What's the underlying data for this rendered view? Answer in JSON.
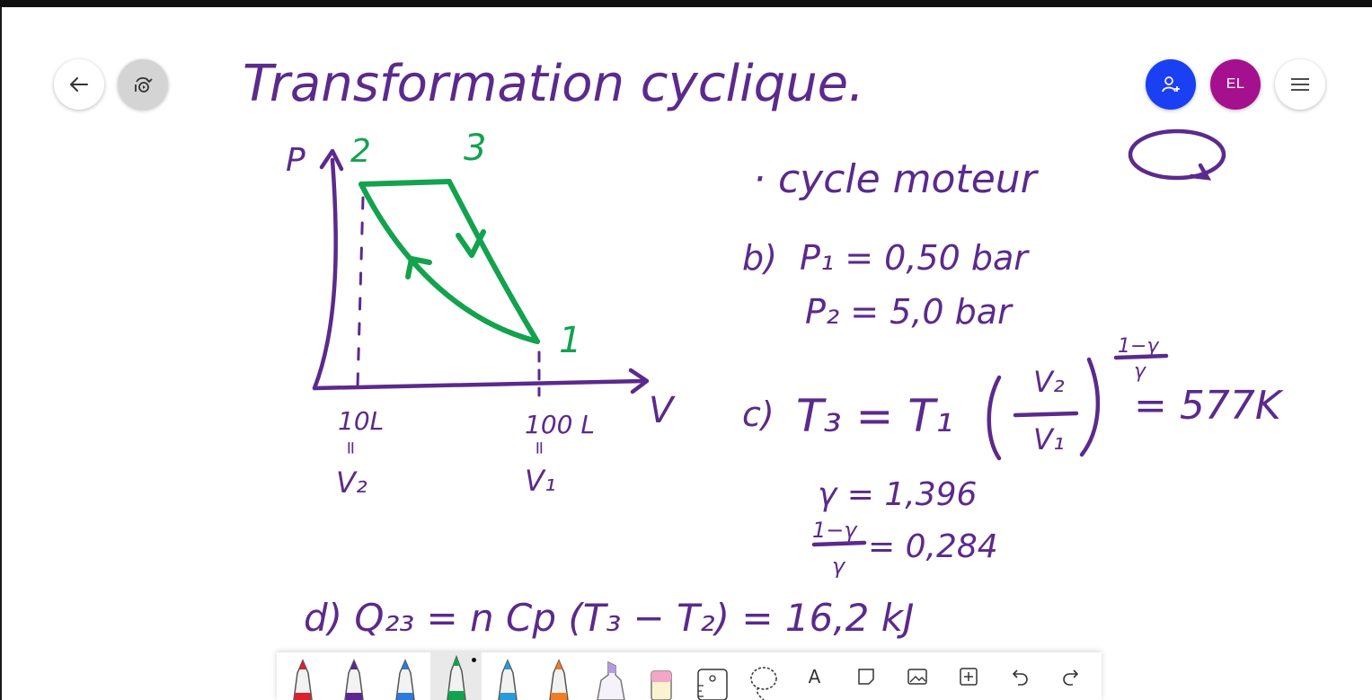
{
  "buttons": {
    "back_icon": "arrow-left-icon",
    "replay_icon": "replay-icon",
    "invite_icon": "add-person-icon",
    "avatar_initials": "EL",
    "menu_icon": "hamburger-menu-icon"
  },
  "colors": {
    "ink_purple": "#5b2a8c",
    "ink_green": "#13a24e",
    "invite_blue": "#1b3ff2",
    "avatar_magenta": "#a5108f"
  },
  "canvas": {
    "title": "Transformation cyclique.",
    "axis_p": "P",
    "axis_v": "V",
    "point_1": "1",
    "point_2": "2",
    "point_3": "3",
    "v2_value": "10L",
    "v1_value": "100 L",
    "v2_equals": "=",
    "v1_equals": "=",
    "v2_label": "V₂",
    "v1_label": "V₁",
    "cycle_text": "· cycle moteur",
    "b_label": "b)",
    "p1_line": "P₁ = 0,50 bar",
    "p2_line": "P₂ = 5,0 bar",
    "c_label": "c)",
    "t3_lhs": "T₃ = T₁",
    "frac_num": "V₂",
    "frac_den": "V₁",
    "exp_num": "1−γ",
    "exp_den": "γ",
    "t3_result": "= 577K",
    "gamma_line": "γ = 1,396",
    "ratio_num": "1−γ",
    "ratio_den": "γ",
    "ratio_value": "= 0,284",
    "d_line": "d) Q₂₃ = n Cp (T₃ − T₂) = 16,2 kJ"
  },
  "toolbar": {
    "tools": [
      {
        "name": "pen-red",
        "color": "#d9232e"
      },
      {
        "name": "pen-purple",
        "color": "#5b2a8c"
      },
      {
        "name": "pen-blue",
        "color": "#2b7bd8"
      },
      {
        "name": "pen-green",
        "color": "#13a24e",
        "active": true
      },
      {
        "name": "pen-lightblue",
        "color": "#2b9ad8"
      },
      {
        "name": "pen-orange",
        "color": "#f07c26"
      },
      {
        "name": "highlighter",
        "color": "#b79be0"
      },
      {
        "name": "eraser",
        "color": "#f2a7c6"
      }
    ],
    "text_tool_label": "A"
  }
}
